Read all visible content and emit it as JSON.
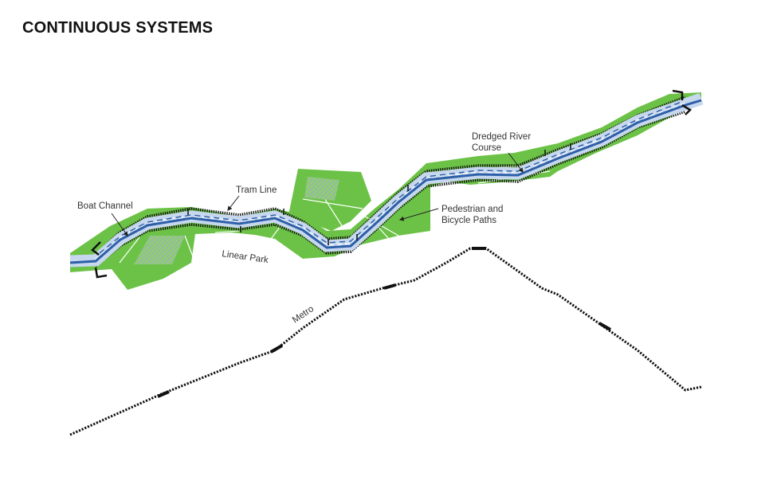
{
  "title": "CONTINUOUS SYSTEMS",
  "labels": {
    "boat_channel": "Boat Channel",
    "tram_line": "Tram Line",
    "dredged_river_line1": "Dredged River",
    "dredged_river_line2": "Course",
    "pedestrian_line1": "Pedestrian and",
    "pedestrian_line2": "Bicycle Paths",
    "linear_park": "Linear Park",
    "metro": "Metro"
  },
  "colors": {
    "park": "#6cc247",
    "river": "#2d5fa8",
    "river_band": "#c6d7ee",
    "metro": "#111111",
    "text": "#333333"
  }
}
